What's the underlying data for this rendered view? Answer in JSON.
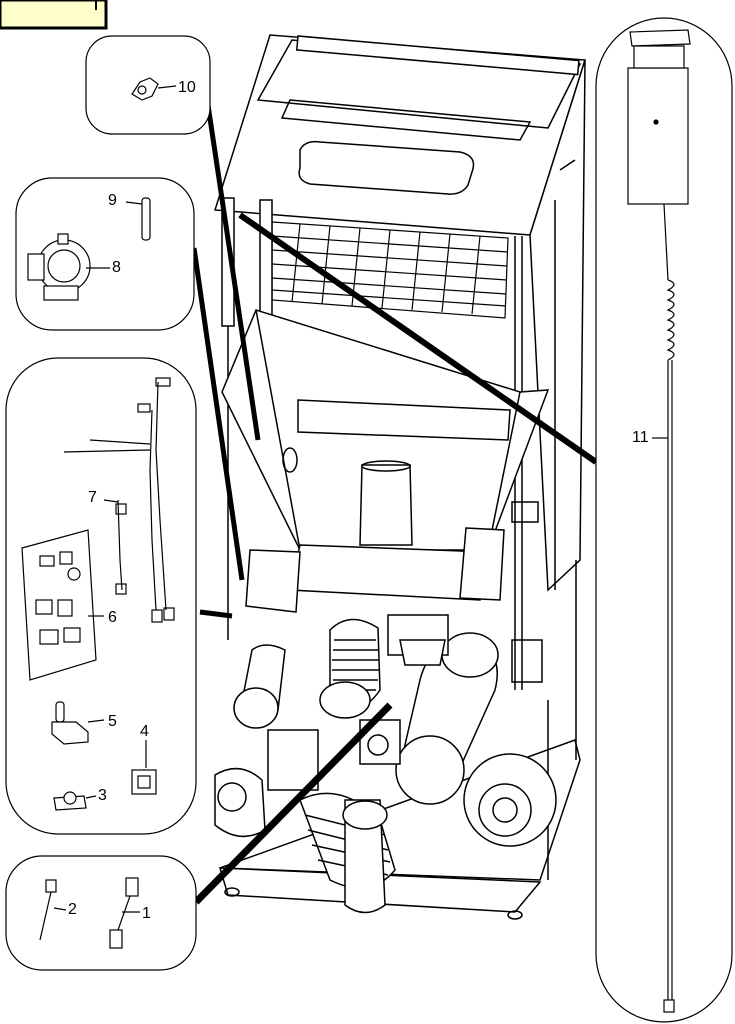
{
  "callouts": [
    {
      "id": "1",
      "label": "1"
    },
    {
      "id": "2",
      "label": "2"
    },
    {
      "id": "3",
      "label": "3"
    },
    {
      "id": "4",
      "label": "4"
    },
    {
      "id": "5",
      "label": "5"
    },
    {
      "id": "6",
      "label": "6"
    },
    {
      "id": "7",
      "label": "7"
    },
    {
      "id": "8",
      "label": "8"
    },
    {
      "id": "9",
      "label": "9"
    },
    {
      "id": "10",
      "label": "10"
    },
    {
      "id": "11",
      "label": "11"
    }
  ],
  "colors": {
    "line": "#000000",
    "background": "#ffffff",
    "tag_fill": "#ffffcc"
  }
}
